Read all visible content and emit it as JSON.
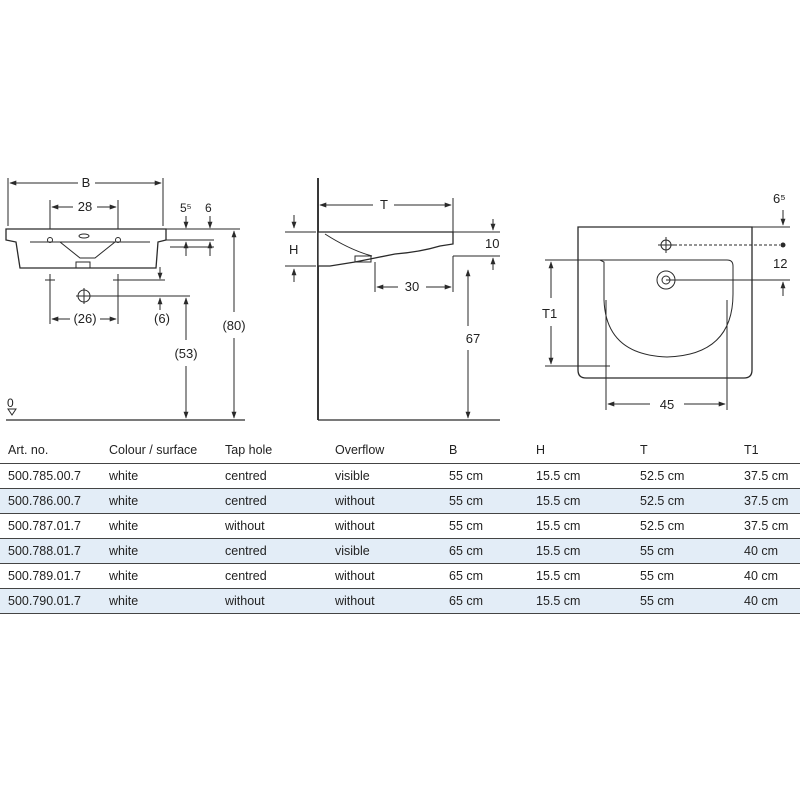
{
  "drawing": {
    "front": {
      "width": "B",
      "tap_spacing": "28",
      "edge_offset": "5⁵",
      "lip": "6",
      "drain_spacing": "(26)",
      "drain_offset": "(6)",
      "drain_height": "(53)",
      "install_height": "(80)",
      "floor": "0"
    },
    "side": {
      "depth": "T",
      "height": "H",
      "rim": "10",
      "trap_offset": "30",
      "drain_height": "67"
    },
    "top": {
      "edge_offset": "6⁵",
      "tap_offset": "12",
      "inner_depth": "T1",
      "inner_width": "45"
    }
  },
  "table": {
    "headers": [
      "Art. no.",
      "Colour / surface",
      "Tap hole",
      "Overflow",
      "B",
      "H",
      "T",
      "T1"
    ],
    "rows": [
      [
        "500.785.00.7",
        "white",
        "centred",
        "visible",
        "55 cm",
        "15.5 cm",
        "52.5 cm",
        "37.5 cm"
      ],
      [
        "500.786.00.7",
        "white",
        "centred",
        "without",
        "55 cm",
        "15.5 cm",
        "52.5 cm",
        "37.5 cm"
      ],
      [
        "500.787.01.7",
        "white",
        "without",
        "without",
        "55 cm",
        "15.5 cm",
        "52.5 cm",
        "37.5 cm"
      ],
      [
        "500.788.01.7",
        "white",
        "centred",
        "visible",
        "65 cm",
        "15.5 cm",
        "55 cm",
        "40 cm"
      ],
      [
        "500.789.01.7",
        "white",
        "centred",
        "without",
        "65 cm",
        "15.5 cm",
        "55 cm",
        "40 cm"
      ],
      [
        "500.790.01.7",
        "white",
        "without",
        "without",
        "65 cm",
        "15.5 cm",
        "55 cm",
        "40 cm"
      ]
    ]
  }
}
